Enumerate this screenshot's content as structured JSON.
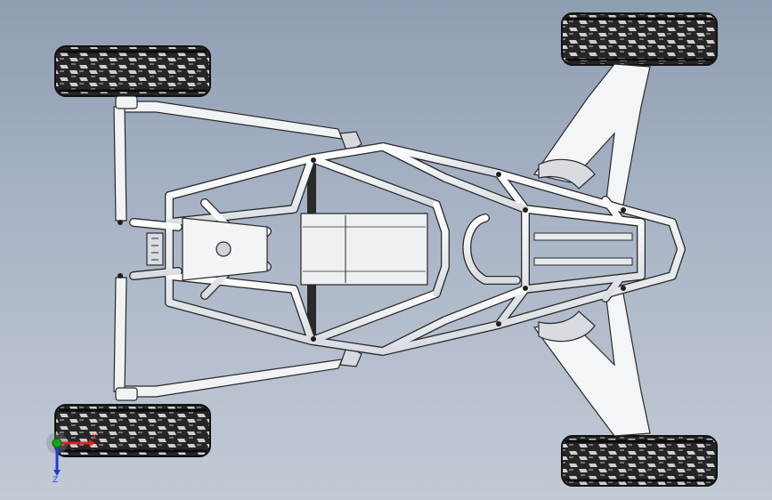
{
  "viewport": {
    "background_top": "#8f9db3",
    "background_bottom": "#c3cad6"
  },
  "model": {
    "subject": "buggy-chassis-top-view",
    "tube_color": "#eceef2",
    "outline_color": "#2a2a2a",
    "tire_color": "#1c1c1c"
  },
  "triad": {
    "x_label": "X",
    "z_label": "Z",
    "x_color": "#e02020",
    "y_color": "#1aa31a",
    "z_color": "#1d3fd6"
  }
}
